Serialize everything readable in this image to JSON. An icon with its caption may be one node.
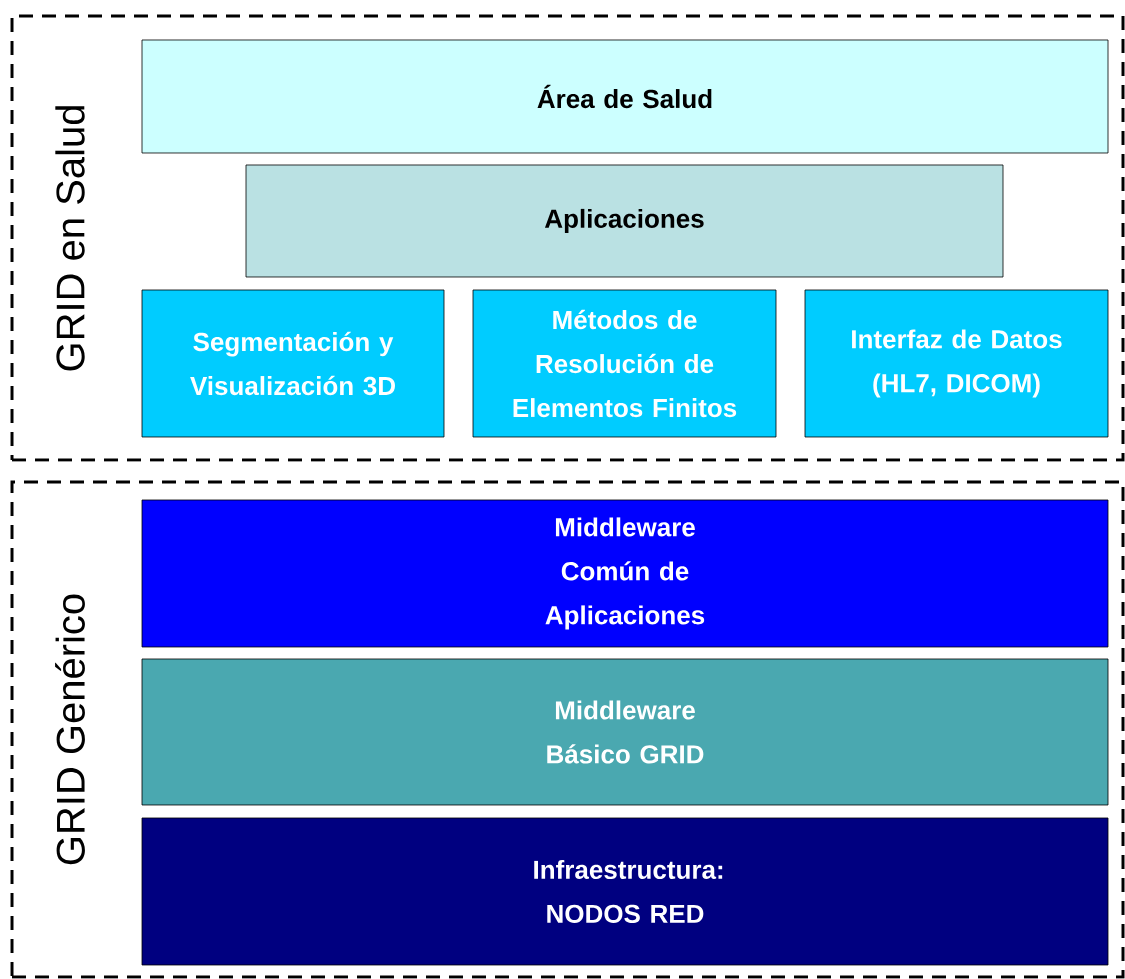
{
  "diagram": {
    "nodes": [
      {
        "text": [
          "GRID en Salud"
        ]
      },
      {
        "text": [
          "Área de Salud"
        ],
        "in": 0
      },
      {
        "text": [
          "Aplicaciones"
        ],
        "in": 0
      },
      {
        "text": [
          "Segmentación y Visualización 3D"
        ],
        "in": 0
      },
      {
        "text": [
          "Métodos de Resolución de Elementos Finitos"
        ],
        "in": 0
      },
      {
        "text": [
          "Interfaz de Datos (HL7, DICOM)"
        ],
        "in": 0
      },
      {
        "text": [
          "GRID Genérico"
        ]
      },
      {
        "text": [
          "Middleware Común de Aplicaciones"
        ],
        "in": 6
      },
      {
        "text": [
          "Middleware Básico GRID"
        ],
        "in": 6
      },
      {
        "text": [
          "Infraestructura: NODOS RED"
        ],
        "in": 6
      }
    ]
  }
}
